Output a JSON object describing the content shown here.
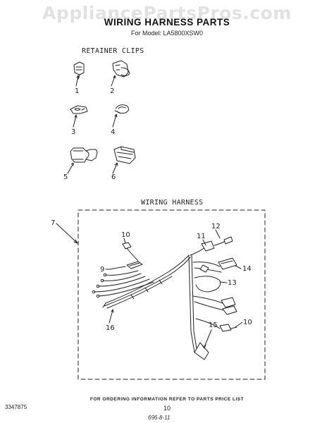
{
  "watermark": "AppliancePartsPros.com",
  "page": {
    "title": "WIRING HARNESS PARTS",
    "model": "For Model: LA5800XSW0",
    "footer": "FOR ORDERING INFORMATION REFER TO PARTS PRICE LIST",
    "page_number": "10",
    "document_number": "3347875",
    "handwritten_note": "696-8-11"
  },
  "retainer_clips": {
    "label": "RETAINER CLIPS",
    "callouts": [
      "1",
      "2",
      "3",
      "4",
      "5",
      "6"
    ]
  },
  "wiring_harness": {
    "label": "WIRING HARNESS",
    "callouts": {
      "c7": "7",
      "c9": "9",
      "c10a": "10",
      "c10b": "10",
      "c11": "11",
      "c12": "12",
      "c13": "13",
      "c14": "14",
      "c15": "15",
      "c16": "16"
    }
  }
}
